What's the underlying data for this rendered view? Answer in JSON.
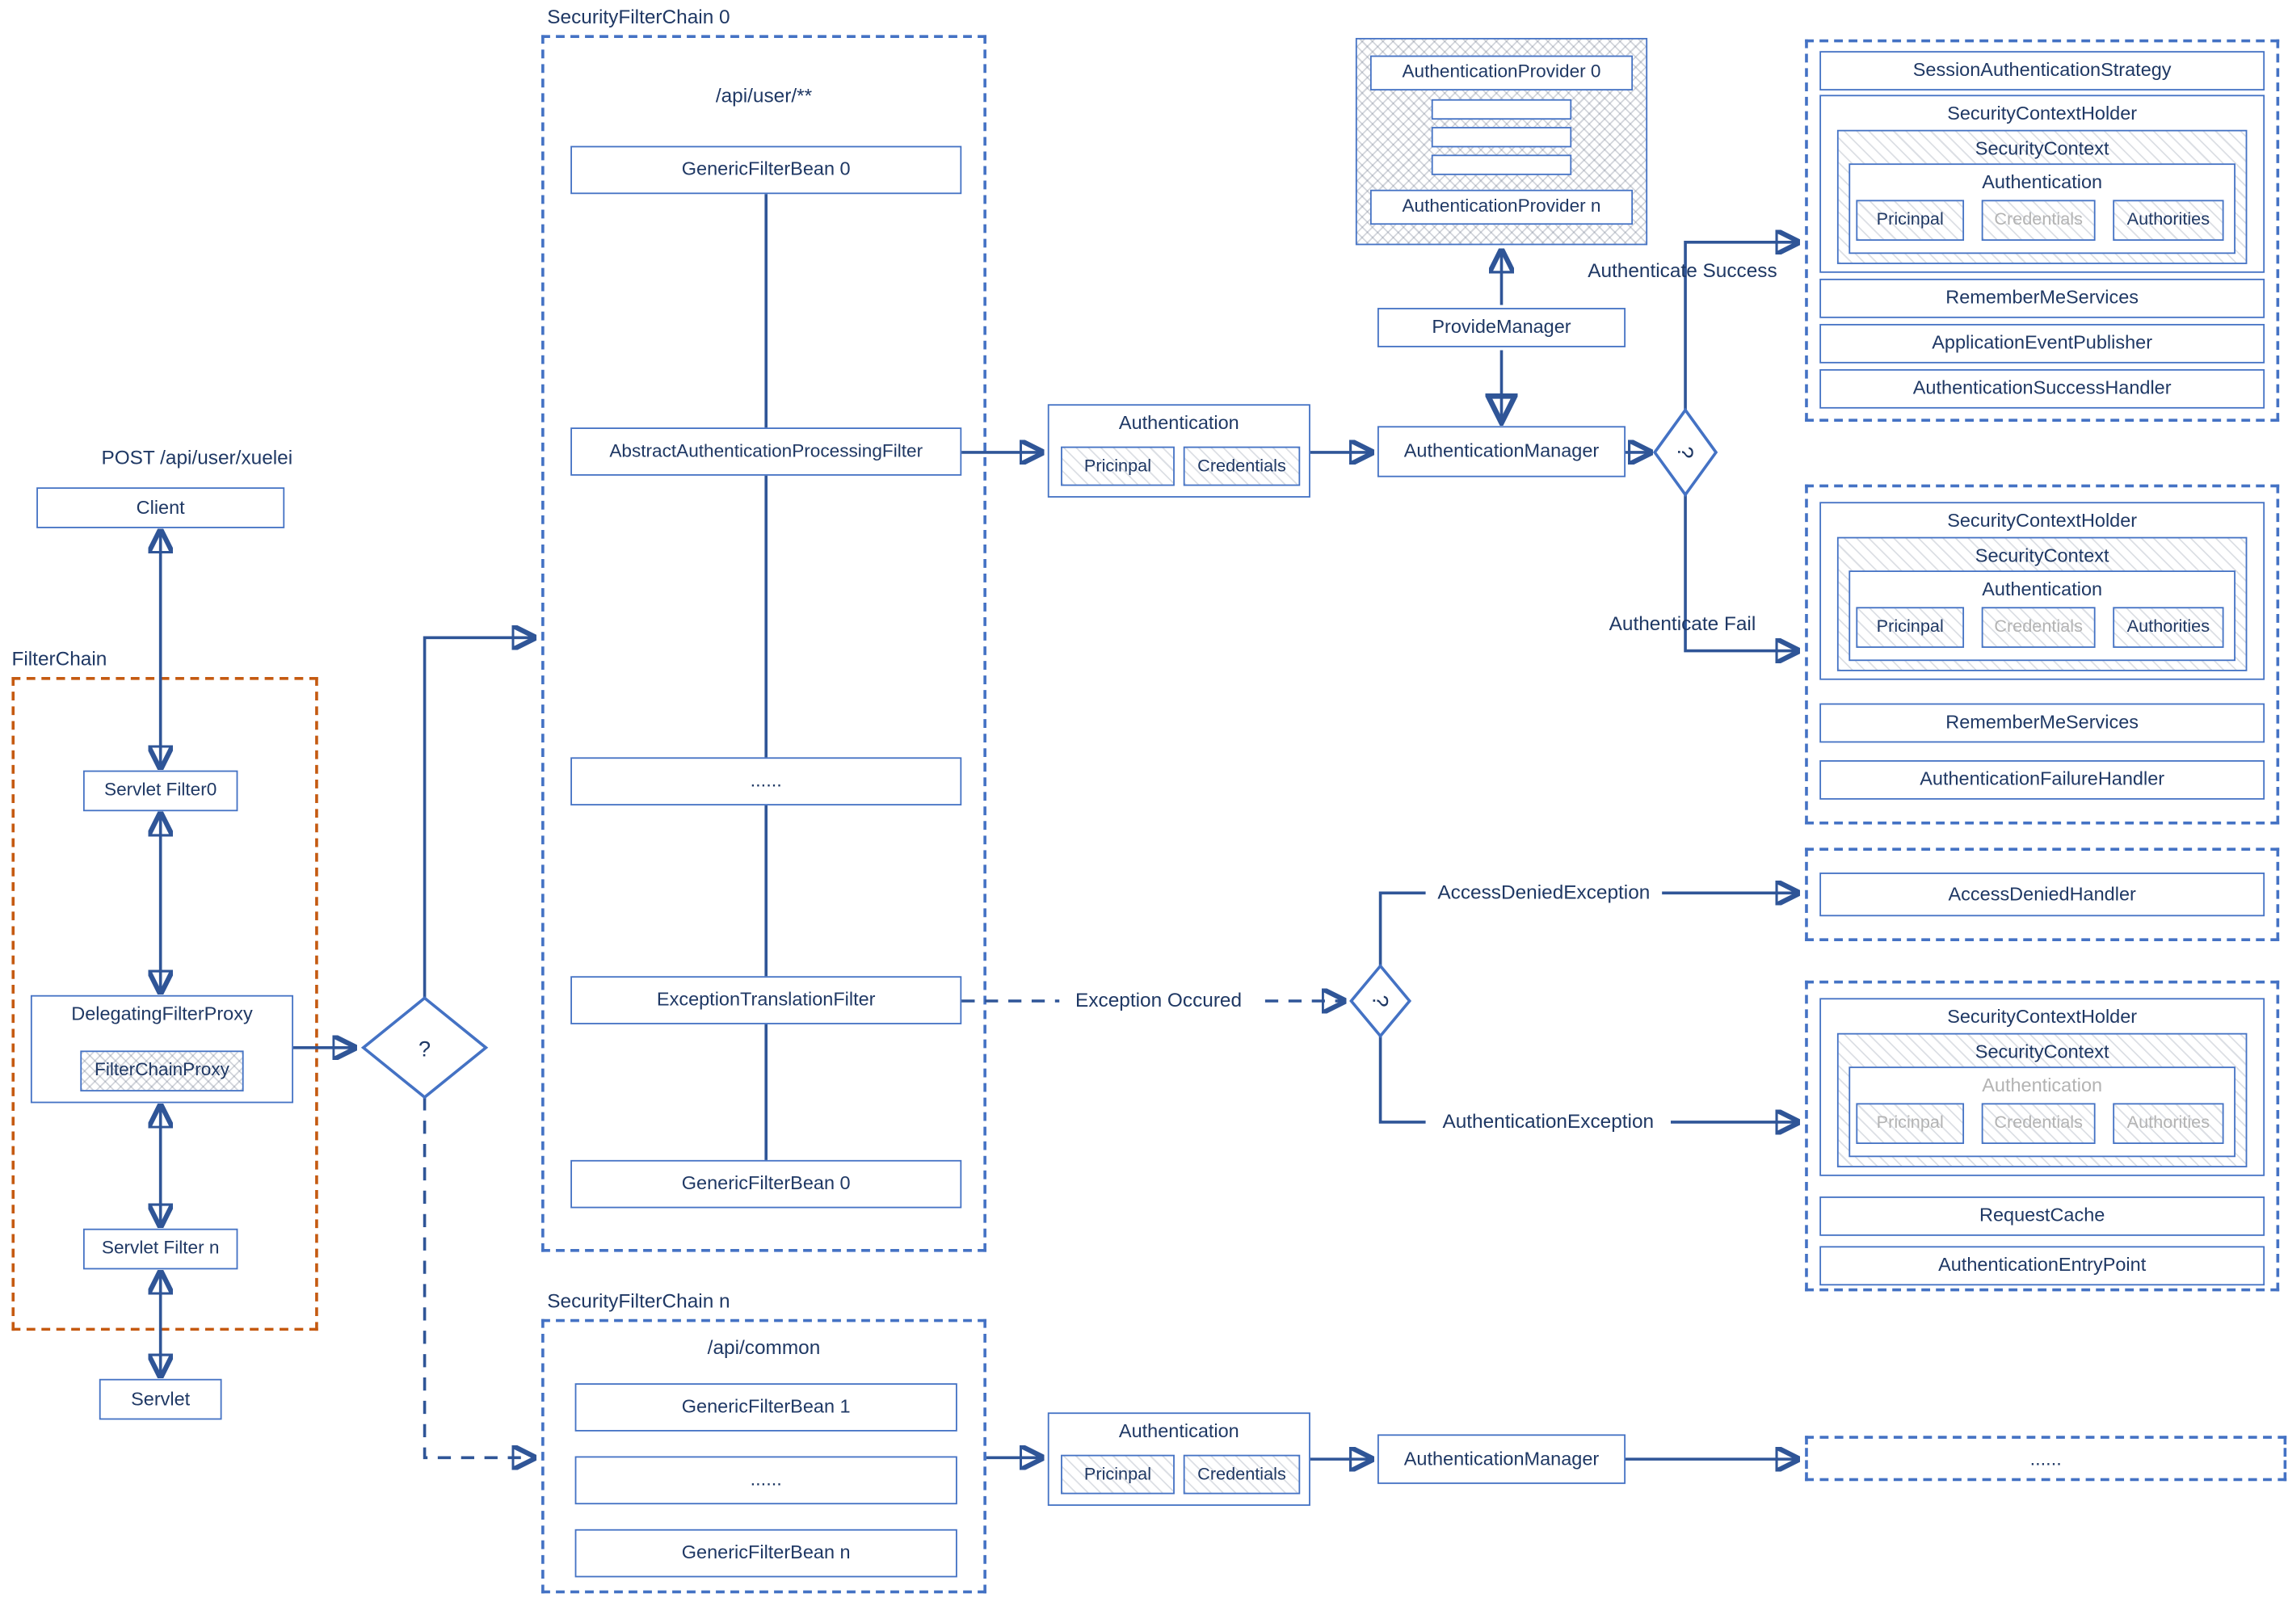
{
  "left": {
    "request": "POST /api/user/xuelei",
    "client": "Client",
    "filter_chain": "FilterChain",
    "servlet_filter0": "Servlet Filter0",
    "delegating_filter_proxy": "DelegatingFilterProxy",
    "filter_chain_proxy": "FilterChainProxy",
    "servlet_filter_n": "Servlet Filter n",
    "servlet": "Servlet"
  },
  "chain0": {
    "title": "SecurityFilterChain 0",
    "path": "/api/user/**",
    "filters": [
      "GenericFilterBean 0",
      "AbstractAuthenticationProcessingFilter",
      "......",
      "ExceptionTranslationFilter",
      "GenericFilterBean 0"
    ]
  },
  "chainN": {
    "title": "SecurityFilterChain n",
    "path": "/api/common",
    "filters": [
      "GenericFilterBean 1",
      "......",
      "GenericFilterBean n"
    ]
  },
  "flow": {
    "authentication": {
      "title": "Authentication",
      "principal": "Pricinpal",
      "credentials": "Credentials"
    },
    "authentication_manager": "AuthenticationManager",
    "provide_manager": "ProvideManager",
    "provider": {
      "first": "AuthenticationProvider 0",
      "last": "AuthenticationProvider n"
    },
    "labels": {
      "success": "Authenticate Success",
      "fail": "Authenticate Fail",
      "exception": "Exception Occured",
      "access_denied": "AccessDeniedException",
      "auth_exception": "AuthenticationException"
    },
    "decision_mark": "?"
  },
  "bottom": {
    "authentication": {
      "title": "Authentication",
      "principal": "Pricinpal",
      "credentials": "Credentials"
    },
    "authentication_manager": "AuthenticationManager",
    "more": "......"
  },
  "panels": {
    "success": {
      "session_strategy": "SessionAuthenticationStrategy",
      "holder": {
        "title": "SecurityContextHolder",
        "context": "SecurityContext",
        "authentication": "Authentication",
        "principal": "Pricinpal",
        "credentials": "Credentials",
        "authorities": "Authorities"
      },
      "remember": "RememberMeServices",
      "event_publisher": "ApplicationEventPublisher",
      "success_handler": "AuthenticationSuccessHandler"
    },
    "fail": {
      "holder": {
        "title": "SecurityContextHolder",
        "context": "SecurityContext",
        "authentication": "Authentication",
        "principal": "Pricinpal",
        "credentials": "Credentials",
        "authorities": "Authorities"
      },
      "remember": "RememberMeServices",
      "failure_handler": "AuthenticationFailureHandler"
    },
    "denied": {
      "handler": "AccessDeniedHandler"
    },
    "entry": {
      "holder": {
        "title": "SecurityContextHolder",
        "context": "SecurityContext",
        "authentication": "Authentication",
        "principal": "Pricinpal",
        "credentials": "Credentials",
        "authorities": "Authorities"
      },
      "request_cache": "RequestCache",
      "entry_point": "AuthenticationEntryPoint"
    }
  },
  "colors": {
    "accent": "#4472c4",
    "line": "#2f5597",
    "text": "#1f3864",
    "orange": "#c55a11",
    "gray_text": "#b3b3b3"
  }
}
